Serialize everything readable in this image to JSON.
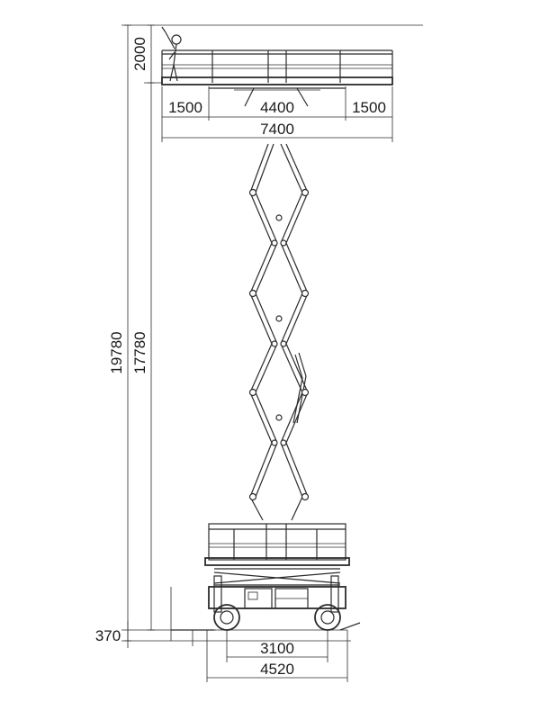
{
  "drawing": {
    "type": "scissor-lift-elevation",
    "dimensions": {
      "working_height": "19780",
      "platform_height": "17780",
      "person_height": "2000",
      "ground_clearance": "370",
      "extension_left": "1500",
      "platform_deck": "4400",
      "extension_right": "1500",
      "extended_length": "7400",
      "wheelbase": "3100",
      "overall_length": "4520"
    }
  }
}
